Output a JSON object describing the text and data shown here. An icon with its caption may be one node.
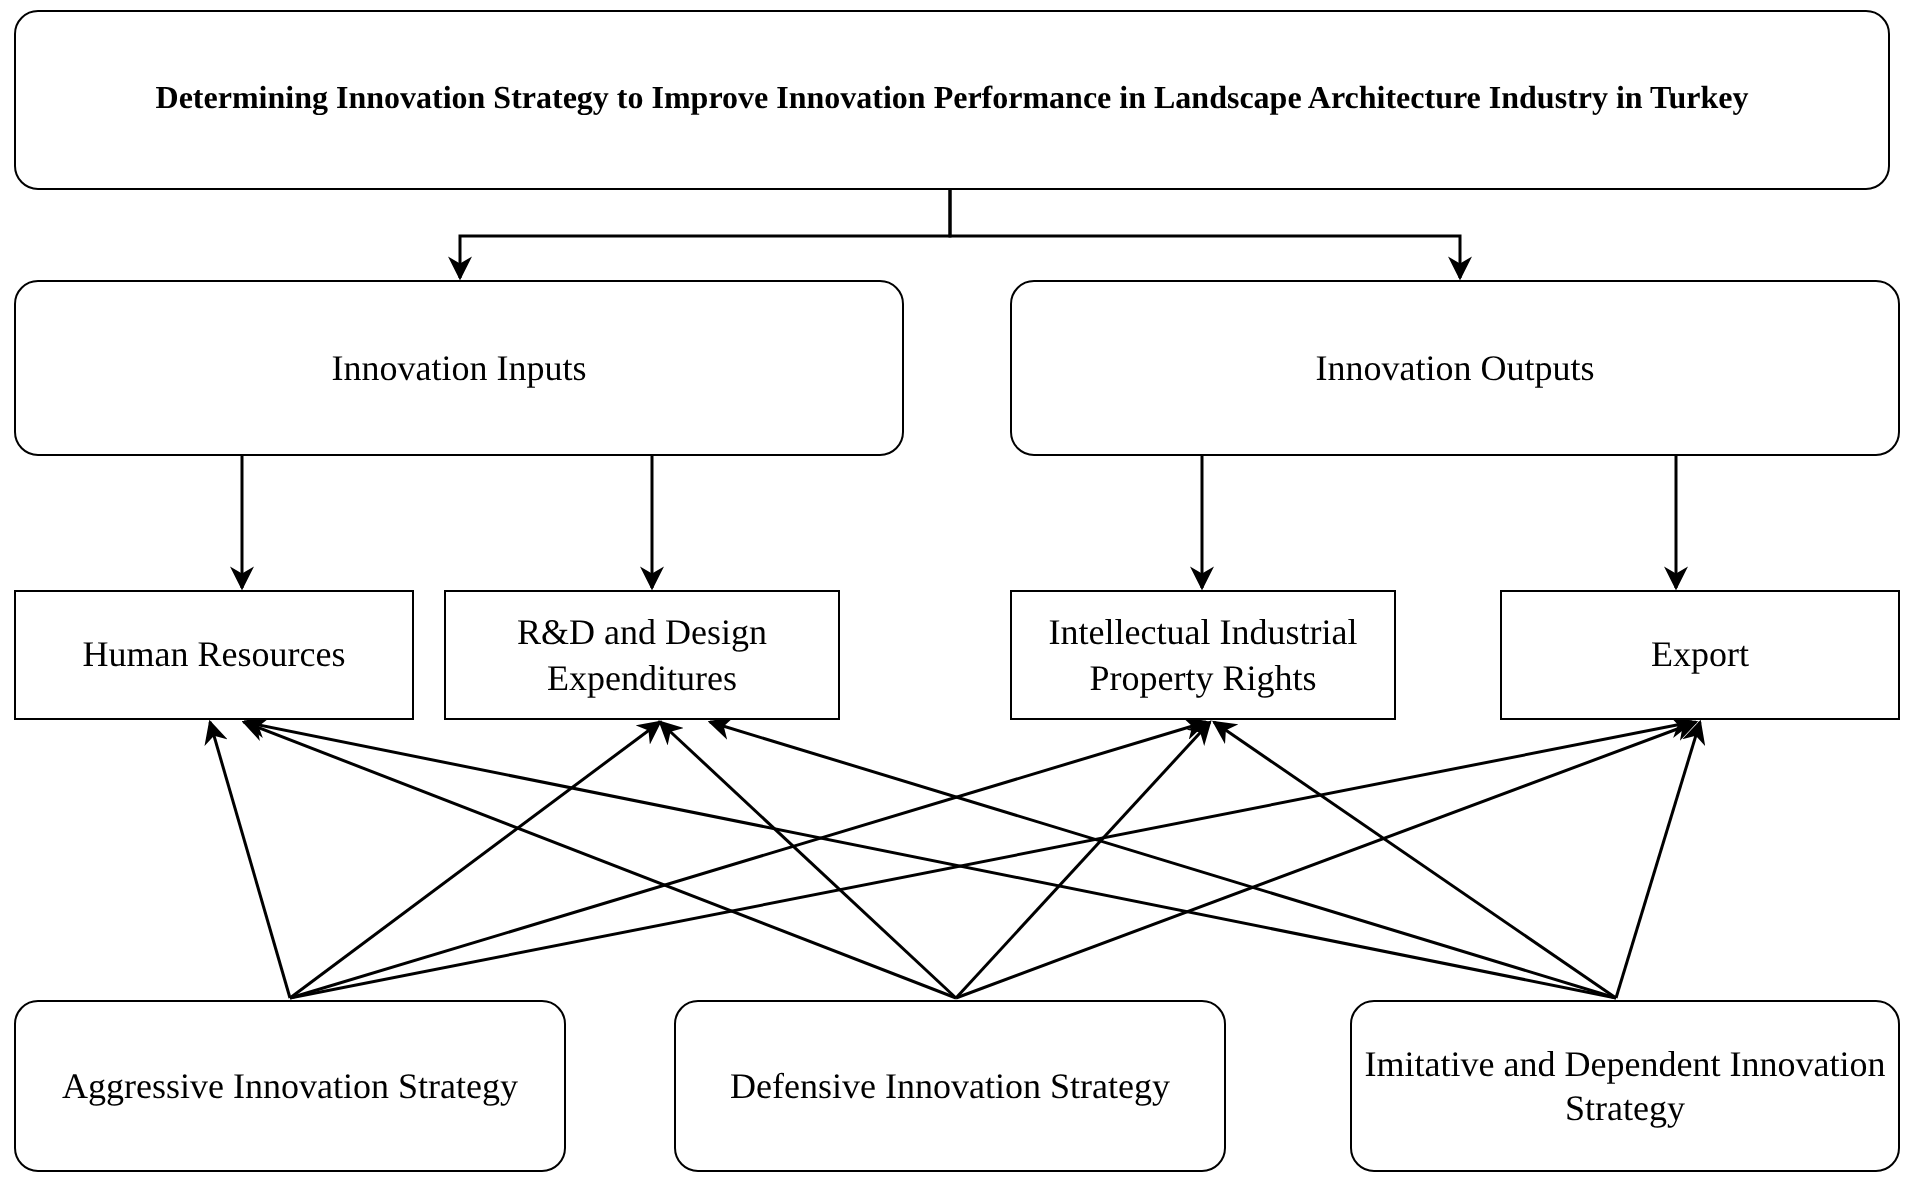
{
  "diagram": {
    "nodes": [
      {
        "text": [
          "Determining Innovation Strategy to Improve Innovation Performance in Landscape Architecture Industry in Turkey"
        ]
      },
      {
        "text": [
          "Innovation Inputs"
        ]
      },
      {
        "text": [
          "Innovation Outputs"
        ]
      },
      {
        "text": [
          "Human Resources"
        ]
      },
      {
        "text": [
          "R&D and Design Expenditures"
        ]
      },
      {
        "text": [
          "Intellectual Industrial Property Rights"
        ]
      },
      {
        "text": [
          "Export"
        ]
      },
      {
        "text": [
          "Aggressive Innovation Strategy"
        ]
      },
      {
        "text": [
          "Defensive Innovation Strategy"
        ]
      },
      {
        "text": [
          "Imitative and Dependent Innovation Strategy"
        ]
      }
    ],
    "edges": [
      {
        "from": 0,
        "to": 1,
        "arrow": "to"
      },
      {
        "from": 0,
        "to": 2,
        "arrow": "to"
      },
      {
        "from": 1,
        "to": 3,
        "arrow": "to"
      },
      {
        "from": 1,
        "to": 4,
        "arrow": "to"
      },
      {
        "from": 2,
        "to": 5,
        "arrow": "to"
      },
      {
        "from": 2,
        "to": 6,
        "arrow": "to"
      },
      {
        "from": 7,
        "to": 3,
        "arrow": "to"
      },
      {
        "from": 7,
        "to": 4,
        "arrow": "to"
      },
      {
        "from": 7,
        "to": 5,
        "arrow": "to"
      },
      {
        "from": 7,
        "to": 6,
        "arrow": "to"
      },
      {
        "from": 8,
        "to": 3,
        "arrow": "to"
      },
      {
        "from": 8,
        "to": 4,
        "arrow": "to"
      },
      {
        "from": 8,
        "to": 5,
        "arrow": "to"
      },
      {
        "from": 8,
        "to": 6,
        "arrow": "to"
      },
      {
        "from": 9,
        "to": 3,
        "arrow": "to"
      },
      {
        "from": 9,
        "to": 4,
        "arrow": "to"
      },
      {
        "from": 9,
        "to": 5,
        "arrow": "to"
      },
      {
        "from": 9,
        "to": 6,
        "arrow": "to"
      }
    ]
  }
}
